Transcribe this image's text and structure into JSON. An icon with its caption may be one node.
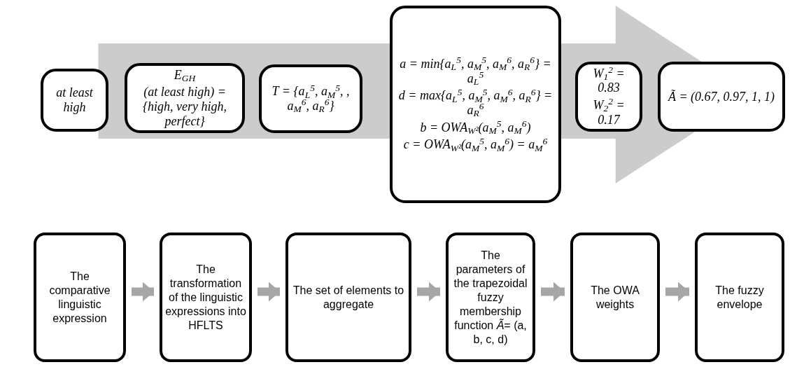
{
  "diagram": {
    "nodes": [
      {
        "text": [
          "at least high"
        ]
      },
      {
        "text": [
          "E$_{GH}$",
          "(at least high) = {high, very high, perfect}"
        ]
      },
      {
        "text": [
          "T = {a$_{L}$$^{5}$, a$_{M}$$^{5}$, , a$_{M}$$^{6}$, a$_{R}$$^{6}$}"
        ]
      },
      {
        "text": [
          "a = min{a$_{L}$$^{5}$, a$_{M}$$^{5}$, a$_{M}$$^{6}$, a$_{R}$$^{6}$} = a$_{L}$$^{5}$",
          "d = max{a$_{L}$$^{5}$, a$_{M}$$^{5}$, a$_{M}$$^{6}$, a$_{R}$$^{6}$} = a$_{R}$$^{6}$",
          "b = OWA$_{W²}$(a$_{M}$$^{5}$, a$_{M}$$^{6}$)",
          "c = OWA$_{W²}$(a$_{M}$$^{5}$, a$_{M}$$^{6}$) = a$_{M}$$^{6}$"
        ]
      },
      {
        "text": [
          "W$_{1}$$^{2}$ = 0.83",
          "W$_{2}$$^{2}$ = 0.17"
        ]
      },
      {
        "text": [
          "Ã = (0.67, 0.97, 1, 1)"
        ]
      },
      {
        "text": [
          "The comparative linguistic expression"
        ]
      },
      {
        "text": [
          "The transformation of the linguistic expressions into HFLTS"
        ]
      },
      {
        "text": [
          "The set of elements to aggregate"
        ]
      },
      {
        "text": [
          "The parameters of the trapezoidal fuzzy membership function *Ã*= (a, b, c, d)"
        ]
      },
      {
        "text": [
          "The OWA weights"
        ]
      },
      {
        "text": [
          "The fuzzy envelope"
        ]
      }
    ],
    "edges": [
      {
        "from": 0,
        "to": 5,
        "arrow": "to",
        "style": "thick"
      },
      {
        "from": 6,
        "to": 7,
        "arrow": "to"
      },
      {
        "from": 7,
        "to": 8,
        "arrow": "to"
      },
      {
        "from": 8,
        "to": 9,
        "arrow": "to"
      },
      {
        "from": 9,
        "to": 10,
        "arrow": "to"
      },
      {
        "from": 10,
        "to": 11,
        "arrow": "to"
      }
    ]
  }
}
